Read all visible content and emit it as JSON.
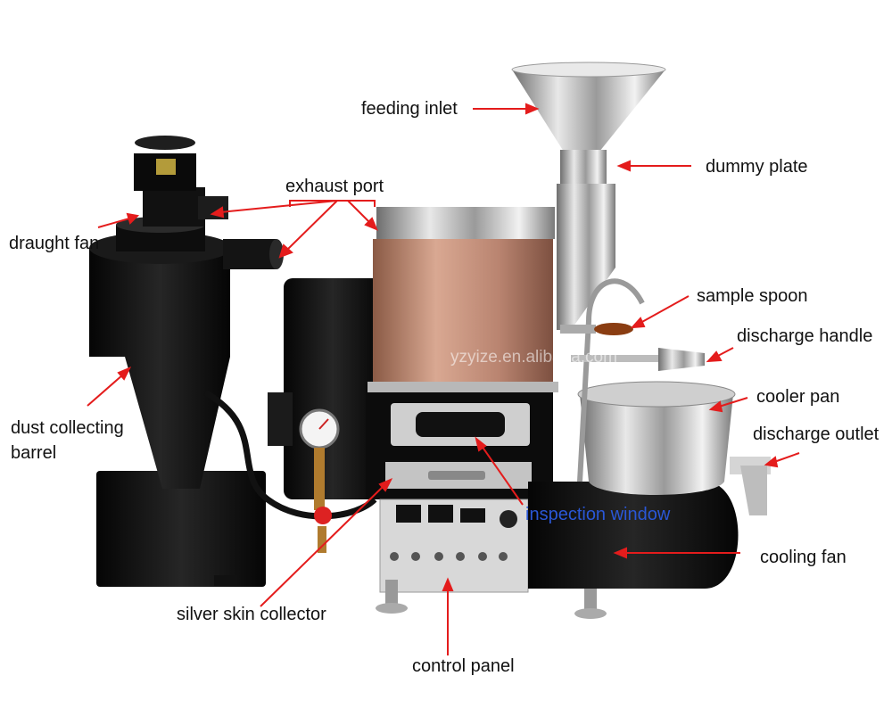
{
  "watermark": "yzyize.en.alibaba.com",
  "accent_color": "#e41c1c",
  "labels": {
    "feeding_inlet": "feeding inlet",
    "dummy_plate": "dummy plate",
    "exhaust_port": "exhaust port",
    "draught_fan": "draught fan",
    "sample_spoon": "sample spoon",
    "discharge_handle": "discharge handle",
    "cooler_pan": "cooler pan",
    "discharge_outlet": "discharge outlet",
    "dust_collecting_1": "dust collecting",
    "dust_collecting_2": "barrel",
    "inspection_window": "inspection window",
    "cooling_fan": "cooling fan",
    "silver_skin_collector": "silver skin collector",
    "control_panel": "control panel"
  }
}
